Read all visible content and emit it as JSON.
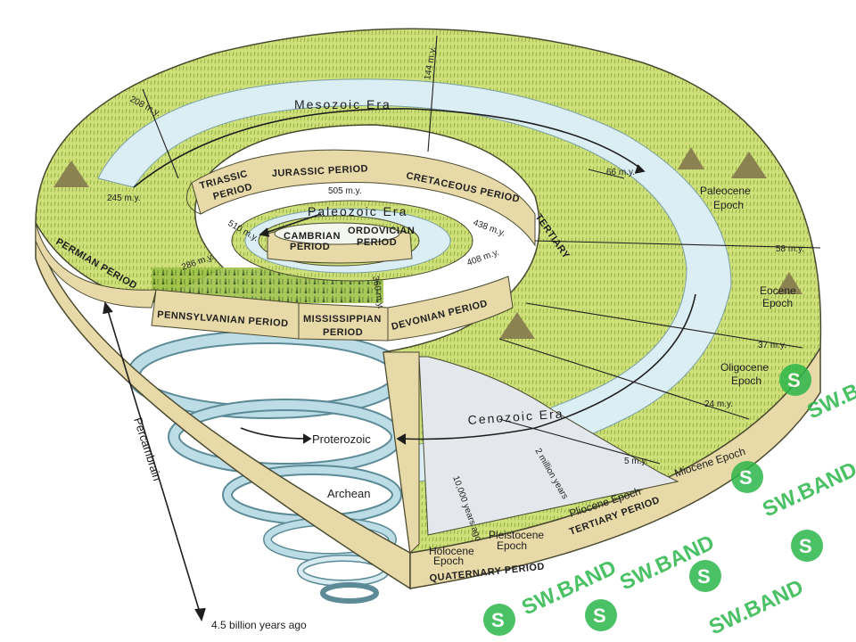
{
  "eras": {
    "mesozoic": "Mesozoic Era",
    "paleozoic": "Paleozoic Era",
    "cenozoic": "Cenozoic Era",
    "proterozoic": "Proterozoic",
    "archean": "Archean",
    "precambrian": "Percambrain"
  },
  "periods": {
    "permian": "PERMIAN PERIOD",
    "pennsylvanian": "PENNSYLVANIAN PERIOD",
    "mississippian_1": "MISSISSIPPIAN",
    "mississippian_2": "PERIOD",
    "devonian": "DEVONIAN PERIOD",
    "triassic_1": "TRIASSIC",
    "triassic_2": "PERIOD",
    "jurassic": "JURASSIC PERIOD",
    "cretaceous": "CRETACEOUS PERIOD",
    "tertiary_top": "TERTIARY",
    "cambrian_1": "CAMBRIAN",
    "cambrian_2": "PERIOD",
    "ordovician_1": "ORDOVICIAN",
    "ordovician_2": "PERIOD",
    "tertiary_bottom": "TERTIARY PERIOD",
    "quaternary": "QUATERNARY PERIOD"
  },
  "epochs": {
    "paleocene_1": "Paleocene",
    "paleocene_2": "Epoch",
    "eocene_1": "Eocene",
    "eocene_2": "Epoch",
    "oligocene_1": "Oligocene",
    "oligocene_2": "Epoch",
    "miocene": "Miocene Epoch",
    "pliocene": "Pliocene Epoch",
    "pleistocene_1": "Pleistocene",
    "pleistocene_2": "Epoch",
    "holocene_1": "Holocene",
    "holocene_2": "Epoch"
  },
  "ages": {
    "m208": "208 m.y.",
    "m144": "144 m.y.",
    "m66": "66 m.y.",
    "m245": "245 m.y.",
    "m505": "505 m.y.",
    "m510": "510 m.y.",
    "m438": "438 m.y.",
    "m408": "408 m.y.",
    "m360": "360 m.y.",
    "m286": "286 m.y.",
    "m58": "58 m.y.",
    "m37": "37 m.y.",
    "m24": "24 m.y.",
    "m5": "5 m.y.",
    "m2": "2 million years",
    "y10000": "10,000 years ago",
    "bottom": "4.5 billion years ago"
  },
  "watermark": {
    "text": "SW.BAND",
    "logo_letter": "S",
    "color": "#2bb64a"
  },
  "colors": {
    "land": "#c9dd74",
    "land_dark": "#8fb040",
    "water": "#dbeef3",
    "band": "#e8d9a8",
    "coil": "#bcdde6",
    "coil_edge": "#5c8a97"
  }
}
